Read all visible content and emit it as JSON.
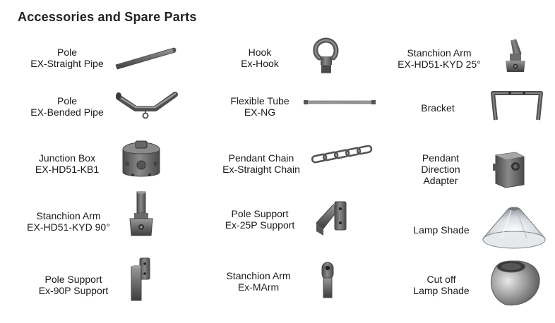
{
  "page": {
    "title": "Accessories and Spare Parts"
  },
  "items": [
    {
      "lines": [
        "Pole",
        "EX-Straight Pipe"
      ],
      "icon": "straight-pipe-icon"
    },
    {
      "lines": [
        "Hook",
        "Ex-Hook"
      ],
      "icon": "hook-icon"
    },
    {
      "lines": [
        "Stanchion Arm",
        "EX-HD51-KYD 25°"
      ],
      "icon": "stanchion-arm-25-icon"
    },
    {
      "lines": [
        "Pole",
        "EX-Bended Pipe"
      ],
      "icon": "bended-pipe-icon"
    },
    {
      "lines": [
        "Flexible Tube",
        "EX-NG"
      ],
      "icon": "flexible-tube-icon"
    },
    {
      "lines": [
        "Bracket"
      ],
      "icon": "bracket-icon"
    },
    {
      "lines": [
        "Junction Box",
        "EX-HD51-KB1"
      ],
      "icon": "junction-box-icon"
    },
    {
      "lines": [
        "Pendant Chain",
        "Ex-Straight Chain"
      ],
      "icon": "chain-icon"
    },
    {
      "lines": [
        "Pendant",
        "Direction",
        "Adapter"
      ],
      "icon": "direction-adapter-icon"
    },
    {
      "lines": [
        "Stanchion Arm",
        "EX-HD51-KYD 90°"
      ],
      "icon": "stanchion-arm-90-icon"
    },
    {
      "lines": [
        "Pole Support",
        "Ex-25P Support"
      ],
      "icon": "pole-support-25-icon"
    },
    {
      "lines": [
        "Lamp Shade"
      ],
      "icon": "lamp-shade-icon"
    },
    {
      "lines": [
        "Pole Support",
        "Ex-90P Support"
      ],
      "icon": "pole-support-90-icon"
    },
    {
      "lines": [
        "Stanchion Arm",
        "Ex-MArm"
      ],
      "icon": "m-arm-icon"
    },
    {
      "lines": [
        "Cut off",
        "Lamp Shade"
      ],
      "icon": "cutoff-shade-icon"
    }
  ]
}
